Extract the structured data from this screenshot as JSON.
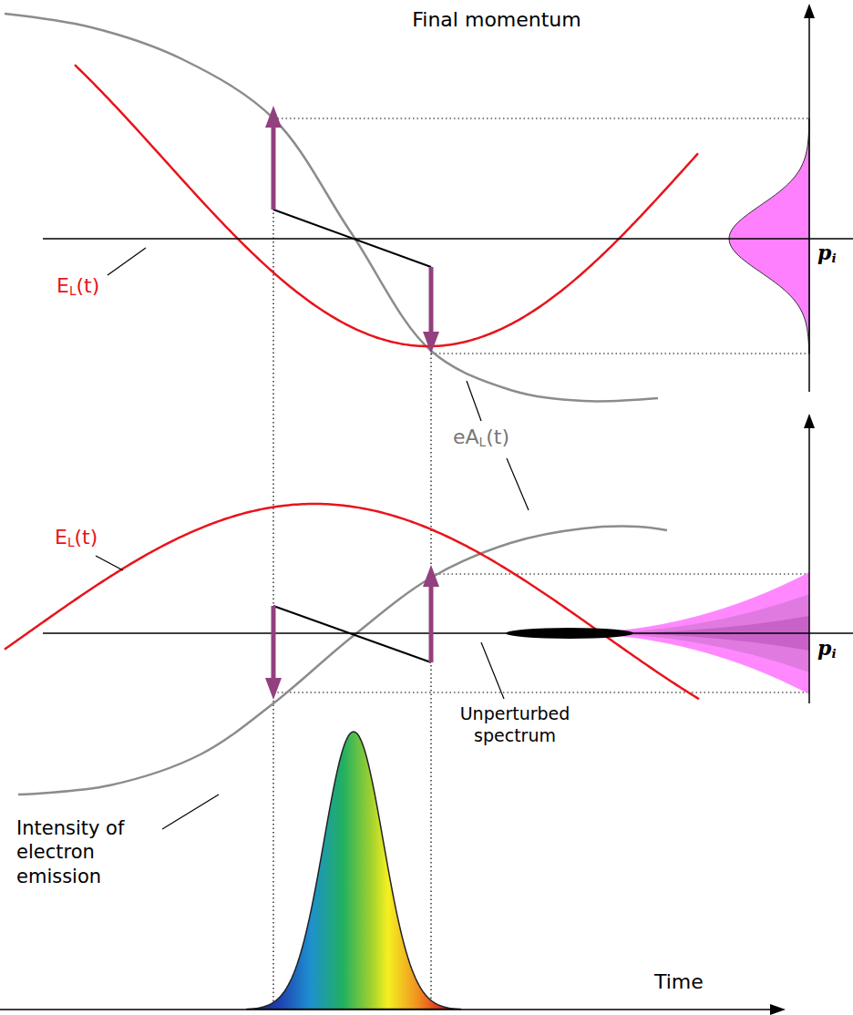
{
  "diagram": {
    "labels": [
      "Final momentum",
      "pi",
      "EL(t)",
      "eAL(t)",
      "EL(t)",
      "pi",
      "Unperturbed spectrum",
      "Intensity of electron emission",
      "Time"
    ]
  }
}
